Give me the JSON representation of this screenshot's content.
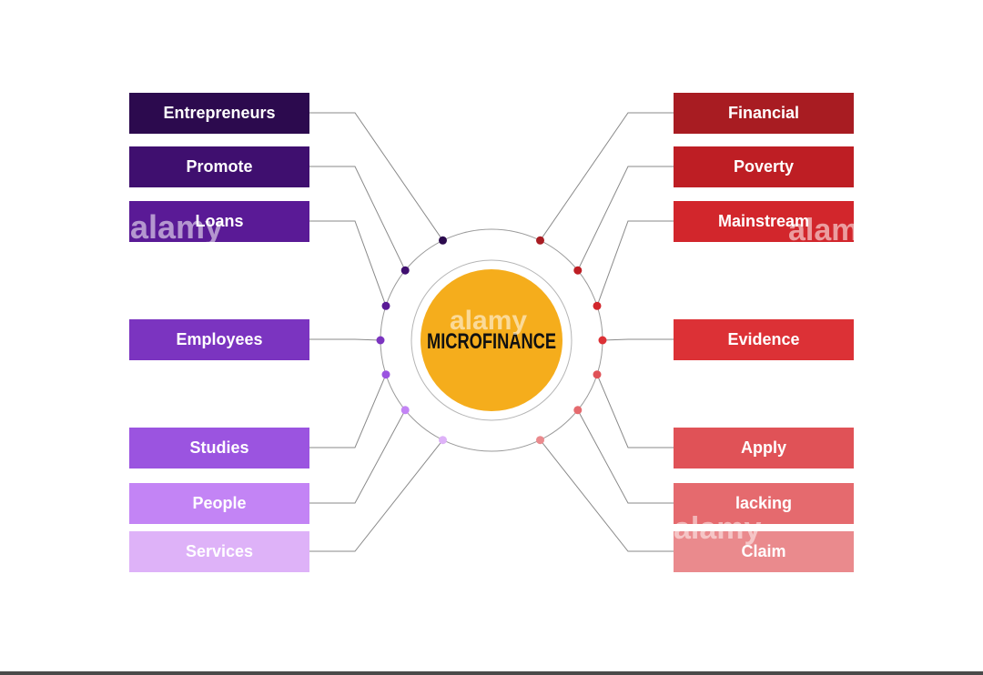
{
  "center": {
    "label": "MICROFINANCE",
    "color": "#f5ad1c"
  },
  "left_terms": [
    {
      "label": "Entrepreneurs",
      "color": "#2c0a4e",
      "dot": "#2c0a4e"
    },
    {
      "label": "Promote",
      "color": "#3f0f6f",
      "dot": "#3f0f6f"
    },
    {
      "label": "Loans",
      "color": "#5a1a96",
      "dot": "#5a1a96"
    },
    {
      "label": "Employees",
      "color": "#7b34c0",
      "dot": "#7b34c0"
    },
    {
      "label": "Studies",
      "color": "#9b54e0",
      "dot": "#9b54e0"
    },
    {
      "label": "People",
      "color": "#c384f5",
      "dot": "#c384f5"
    },
    {
      "label": "Services",
      "color": "#deb2f8",
      "dot": "#deb2f8"
    }
  ],
  "right_terms": [
    {
      "label": "Financial",
      "color": "#a81c22",
      "dot": "#a81c22"
    },
    {
      "label": "Poverty",
      "color": "#be1e24",
      "dot": "#be1e24"
    },
    {
      "label": "Mainstream",
      "color": "#d2262c",
      "dot": "#d2262c"
    },
    {
      "label": "Evidence",
      "color": "#dc3136",
      "dot": "#dc3136"
    },
    {
      "label": "Apply",
      "color": "#e05257",
      "dot": "#e05257"
    },
    {
      "label": "lacking",
      "color": "#e56a6e",
      "dot": "#e56a6e"
    },
    {
      "label": "Claim",
      "color": "#ea8a8d",
      "dot": "#ea8a8d"
    }
  ],
  "watermark": "alamy",
  "colors": {
    "connector": "#8a8a8a",
    "ring": "#9a9a9a",
    "label_text": "#ffffff",
    "center_text": "#111111"
  }
}
